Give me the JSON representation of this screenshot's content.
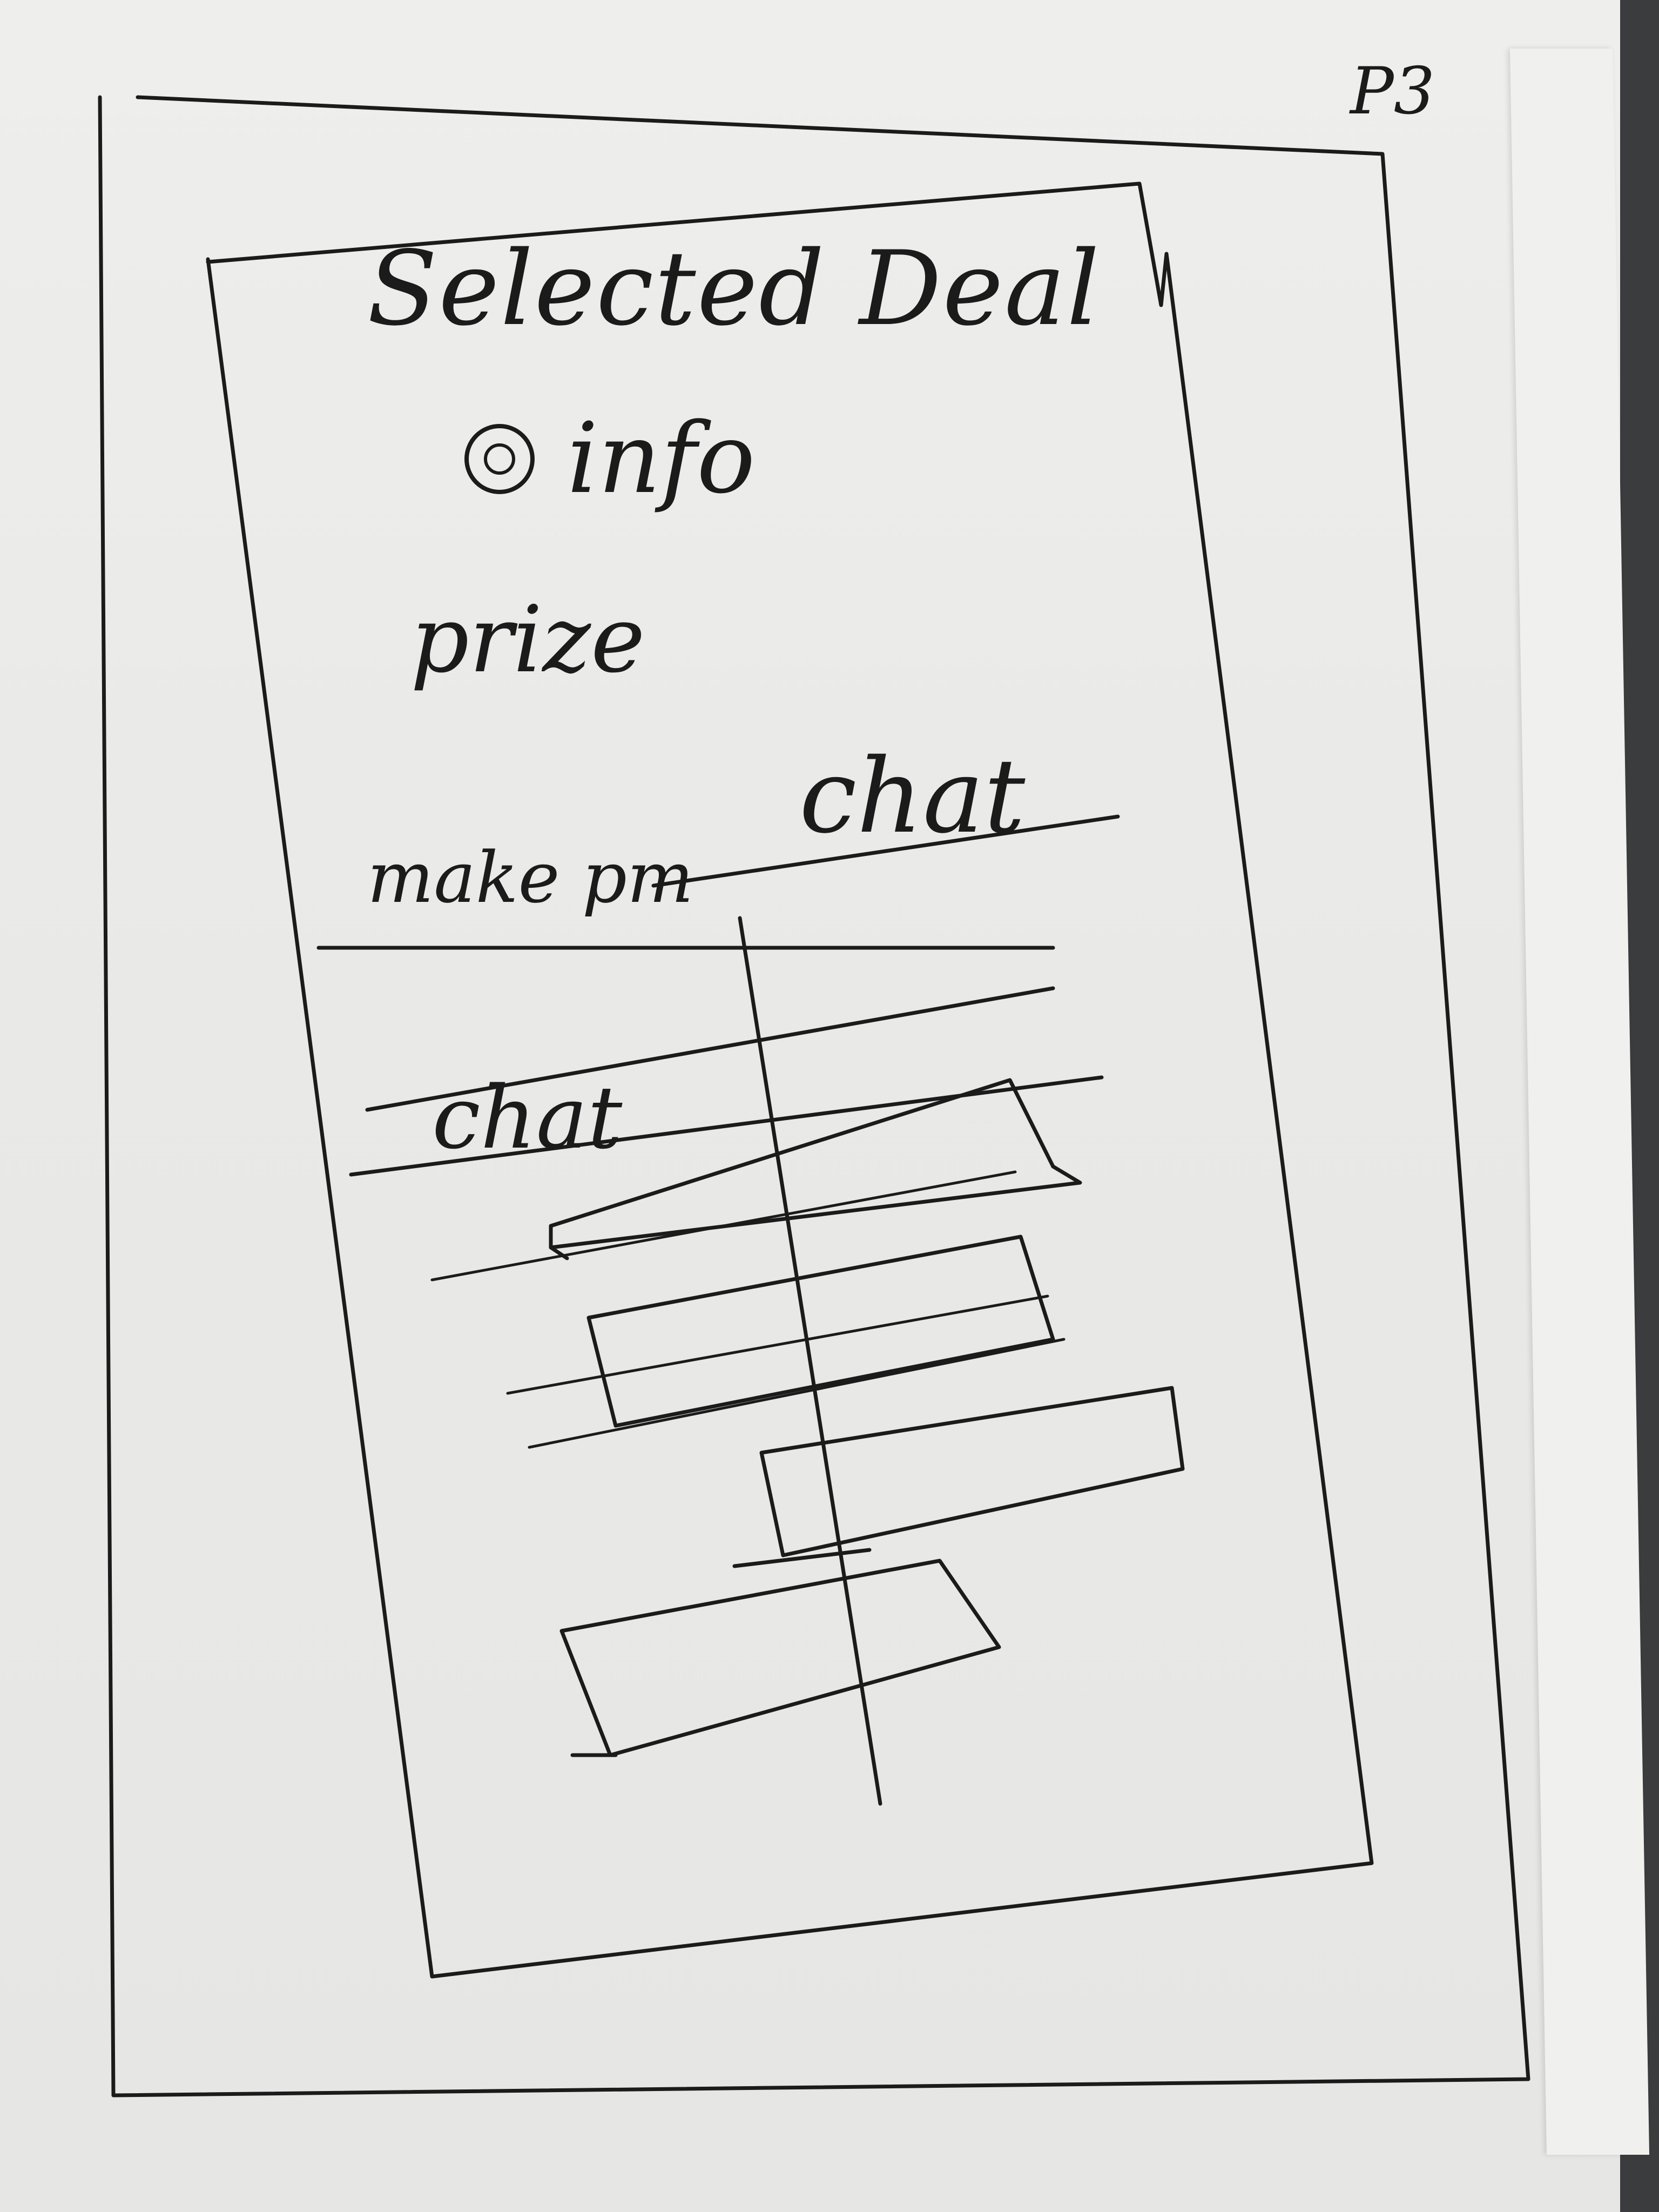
{
  "corner_note": "P3",
  "header": {
    "title": "Selected Deal",
    "info_label": "info",
    "prize_label": "prize"
  },
  "tabs": {
    "make_pm_label": "make pm",
    "chat_label": "chat"
  },
  "chat_panel": {
    "label": "chat",
    "message_count": 4
  },
  "icons": {
    "info": "radio-icon"
  },
  "colors": {
    "ink": "#1b1b1b",
    "paper": "#ebebe9"
  }
}
